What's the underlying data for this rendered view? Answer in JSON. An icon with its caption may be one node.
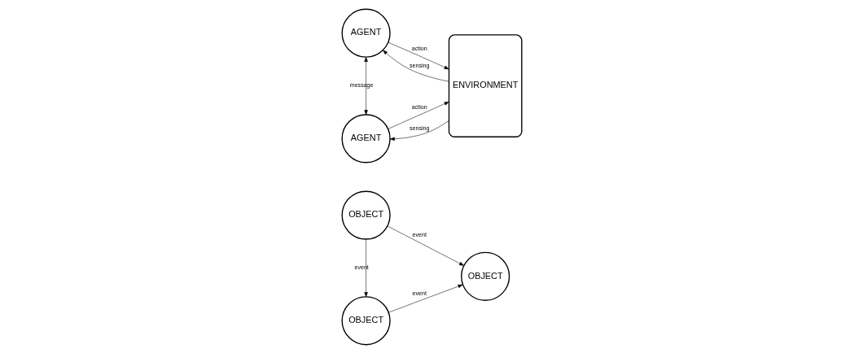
{
  "diagram": {
    "nodes": [
      {
        "text": [
          "OBJECT"
        ]
      },
      {
        "text": [
          "OBJECT"
        ]
      },
      {
        "text": [
          "OBJECT"
        ]
      },
      {
        "text": [
          "AGENT"
        ]
      },
      {
        "text": [
          "AGENT"
        ]
      },
      {
        "text": [
          "ENVIRONMENT"
        ]
      }
    ],
    "edges": [
      {
        "from": 0,
        "to": 1,
        "arrow": "to",
        "label": "event"
      },
      {
        "from": 0,
        "to": 2,
        "arrow": "to",
        "label": "event"
      },
      {
        "from": 2,
        "to": 1,
        "arrow": "to",
        "label": "event"
      },
      {
        "from": 3,
        "to": 5,
        "arrow": "to",
        "label": "action"
      },
      {
        "from": 5,
        "to": 3,
        "arrow": "to",
        "label": "sensing"
      },
      {
        "from": 3,
        "to": 4,
        "arrow": "both",
        "label": "message"
      },
      {
        "from": 4,
        "to": 5,
        "arrow": "to",
        "label": "action"
      },
      {
        "from": 5,
        "to": 4,
        "arrow": "to",
        "label": "sensing"
      }
    ]
  }
}
